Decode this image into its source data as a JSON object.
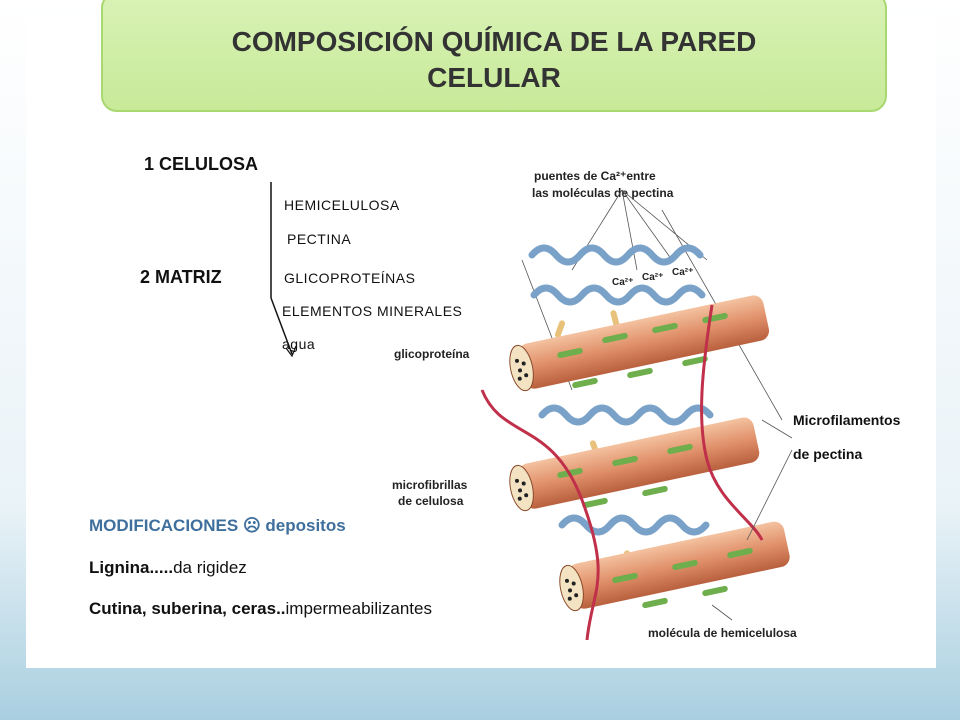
{
  "title": {
    "line1": "COMPOSICIÓN QUÍMICA DE LA PARED",
    "line2": "CELULAR"
  },
  "components": {
    "celulosa": "1 CELULOSA",
    "matriz": "2 MATRIZ",
    "matrix_items": [
      "HEMICELULOSA",
      "PECTINA",
      "GLICOPROTEÍNAS",
      "ELEMENTOS MINERALES",
      "agua"
    ]
  },
  "modifications": {
    "heading": "MODIFICACIONES ☹ depositos",
    "lignina_bold": "Lignina.....",
    "lignina_rest": "da rigidez",
    "cutina_bold": "Cutina, suberina, ceras..",
    "cutina_rest": "impermeabilizantes"
  },
  "diagram": {
    "puentes_line1": "puentes de Ca²⁺entre",
    "puentes_line2": "las moléculas de pectina",
    "ca_label": "Ca²⁺",
    "glicoproteina": "glicoproteína",
    "microfibrillas_line1": "microfibrillas",
    "microfibrillas_line2": "de celulosa",
    "microfilamentos_line1": "Microfilamentos",
    "microfilamentos_line2": "de pectina",
    "hemicelulosa": "molécula de hemicelulosa"
  },
  "colors": {
    "title_bg": "#c7ea98",
    "cellulose": "#e0906a",
    "pectin": "#7aa2c8",
    "hemicellulose": "#6fae4c",
    "glycoprotein": "#e8c27a",
    "strand": "#c0304a",
    "modifications_text": "#3f6f9c"
  }
}
